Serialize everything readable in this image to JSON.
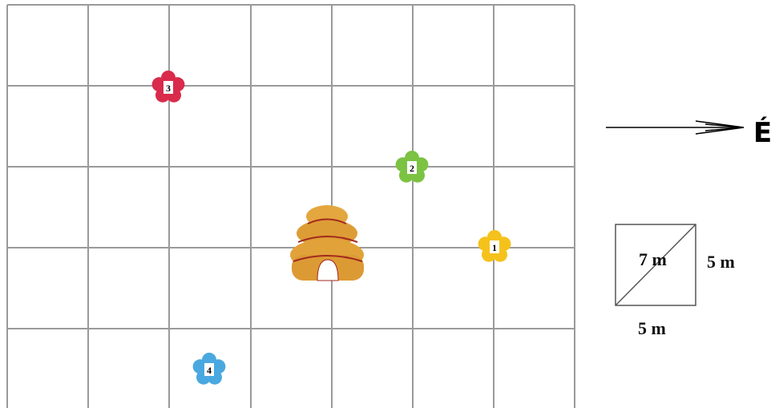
{
  "compass": {
    "label": "É"
  },
  "scale": {
    "diagonal": "7 m",
    "side_right": "5 m",
    "side_bottom": "5 m"
  },
  "flowers": [
    {
      "number": "1",
      "color": "#f5c21b"
    },
    {
      "number": "2",
      "color": "#7cc243"
    },
    {
      "number": "3",
      "color": "#d92b4b"
    },
    {
      "number": "4",
      "color": "#4aa8e0"
    }
  ],
  "hive": {
    "color": "#e0a43c"
  }
}
